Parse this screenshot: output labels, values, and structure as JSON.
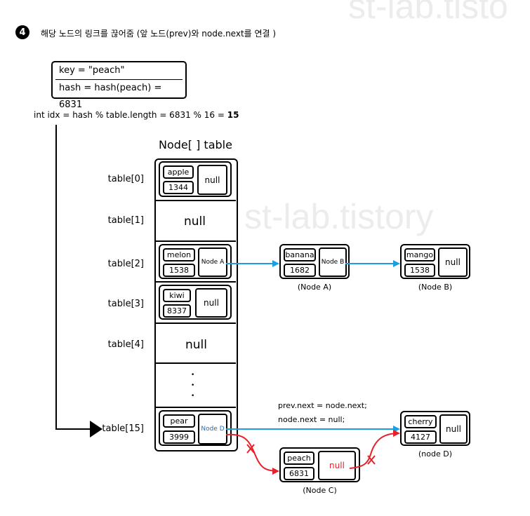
{
  "watermark_top": "st-lab.tisto",
  "watermark_center": "st-lab.tistory",
  "step": {
    "number": "4",
    "text": "해당 노드의 링크를 끊어줌 (앞 노드(prev)와 node.next를 연결 )"
  },
  "key_box": {
    "line1": "key = \"peach\"",
    "line2": "hash = hash(peach) = 6831"
  },
  "index_expr": {
    "prefix": "int idx = hash % table.length = 6831 % 16 = ",
    "result": "15"
  },
  "table_title": "Node[ ] table",
  "rows": [
    {
      "label": "table[0]",
      "key": "apple",
      "hash": "1344",
      "next": "null"
    },
    {
      "label": "table[1]",
      "empty": "null"
    },
    {
      "label": "table[2]",
      "key": "melon",
      "hash": "1538",
      "next": "Node A"
    },
    {
      "label": "table[3]",
      "key": "kiwi",
      "hash": "8337",
      "next": "null"
    },
    {
      "label": "table[4]",
      "empty": "null"
    },
    {
      "label": "table[15]",
      "key": "pear",
      "hash": "3999",
      "next": "Node D"
    }
  ],
  "ellipsis": "•",
  "chain_nodes": {
    "node_a": {
      "key": "banana",
      "hash": "1682",
      "next": "Node B",
      "caption": "(Node A)"
    },
    "node_b": {
      "key": "mango",
      "hash": "1538",
      "next": "null",
      "caption": "(Node B)"
    },
    "node_c": {
      "key": "peach",
      "hash": "6831",
      "next": "null",
      "caption": "(Node C)"
    },
    "node_d": {
      "key": "cherry",
      "hash": "4127",
      "next": "null",
      "caption": "(node D)"
    }
  },
  "code_lines": {
    "line1": "prev.next = node.next;",
    "line2": "node.next = null;"
  },
  "colors": {
    "arrow_blue": "#1a9fe0",
    "arrow_red": "#e8202a",
    "node_d_text": "#1a6fc4",
    "null_red": "#e8202a"
  }
}
